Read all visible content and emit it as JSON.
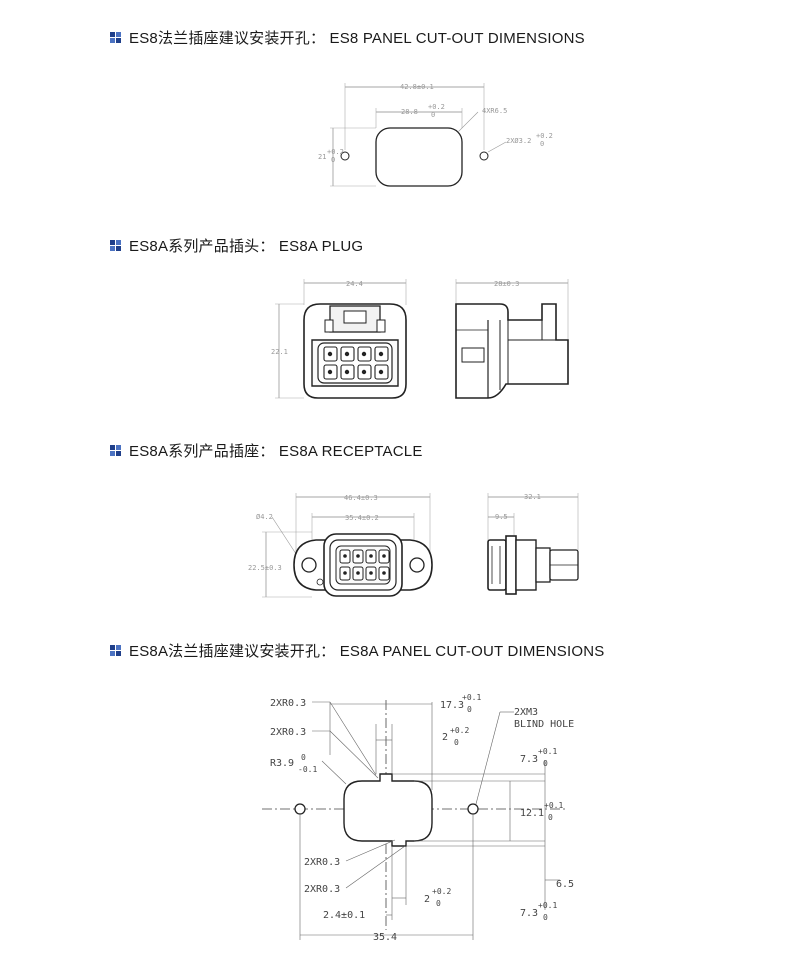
{
  "sections": [
    {
      "title": "ES8法兰插座建议安装开孔： ES8 PANEL CUT-OUT DIMENSIONS",
      "icon": "square-grid-icon"
    },
    {
      "title": "ES8A系列产品插头： ES8A PLUG",
      "icon": "square-grid-icon"
    },
    {
      "title": "ES8A系列产品插座： ES8A RECEPTACLE",
      "icon": "square-grid-icon"
    },
    {
      "title": "ES8A法兰插座建议安装开孔： ES8A PANEL CUT-OUT DIMENSIONS",
      "icon": "square-grid-icon"
    }
  ],
  "es8_cutout": {
    "dim_width_outer": "42.8±0.1",
    "dim_width_inner": "28.8",
    "dim_width_inner_tol": "+0.2",
    "dim_width_inner_tol0": "0",
    "dim_radius": "4XR6.5",
    "dim_hole": "2XØ3.2",
    "dim_hole_tol": "+0.2",
    "dim_hole_tol0": "0",
    "dim_height": "21",
    "dim_height_tol": "+0.2",
    "dim_height_tol0": "0"
  },
  "es8a_plug": {
    "dim_front_width": "24.4",
    "dim_front_height": "22.1",
    "dim_side_length": "28±0.3"
  },
  "es8a_receptacle": {
    "dim_flange_width": "46.4±0.3",
    "dim_body_width": "35.4±0.2",
    "dim_hole": "Ø4.2",
    "dim_height": "22.5±0.3",
    "dim_side_length": "32.1",
    "dim_side_flange": "9.5"
  },
  "es8a_cutout": {
    "r1": "2XR0.3",
    "r2": "2XR0.3",
    "r3_label": "R3.9",
    "r3_tol_a": "0",
    "r3_tol_b": "-0.1",
    "r4": "2XR0.3",
    "r5": "2XR0.3",
    "dim_17_3": "17.3",
    "dim_17_3_tol": "+0.1",
    "dim_17_3_tol0": "0",
    "dim_2_top": "2",
    "dim_2_top_tol": "+0.2",
    "dim_2_top_tol0": "0",
    "blind_hole_1": "2XM3",
    "blind_hole_2": "BLIND HOLE",
    "dim_7_3_top": "7.3",
    "dim_7_3_top_tol": "+0.1",
    "dim_7_3_top_tol0": "0",
    "dim_12_1": "12.1",
    "dim_12_1_tol": "+0.1",
    "dim_12_1_tol0": "0",
    "dim_6_5": "6.5",
    "dim_2_bot": "2",
    "dim_2_bot_tol": "+0.2",
    "dim_2_bot_tol0": "0",
    "dim_7_3_bot": "7.3",
    "dim_7_3_bot_tol": "+0.1",
    "dim_7_3_bot_tol0": "0",
    "dim_2_4": "2.4±0.1",
    "dim_35_4": "35.4"
  }
}
